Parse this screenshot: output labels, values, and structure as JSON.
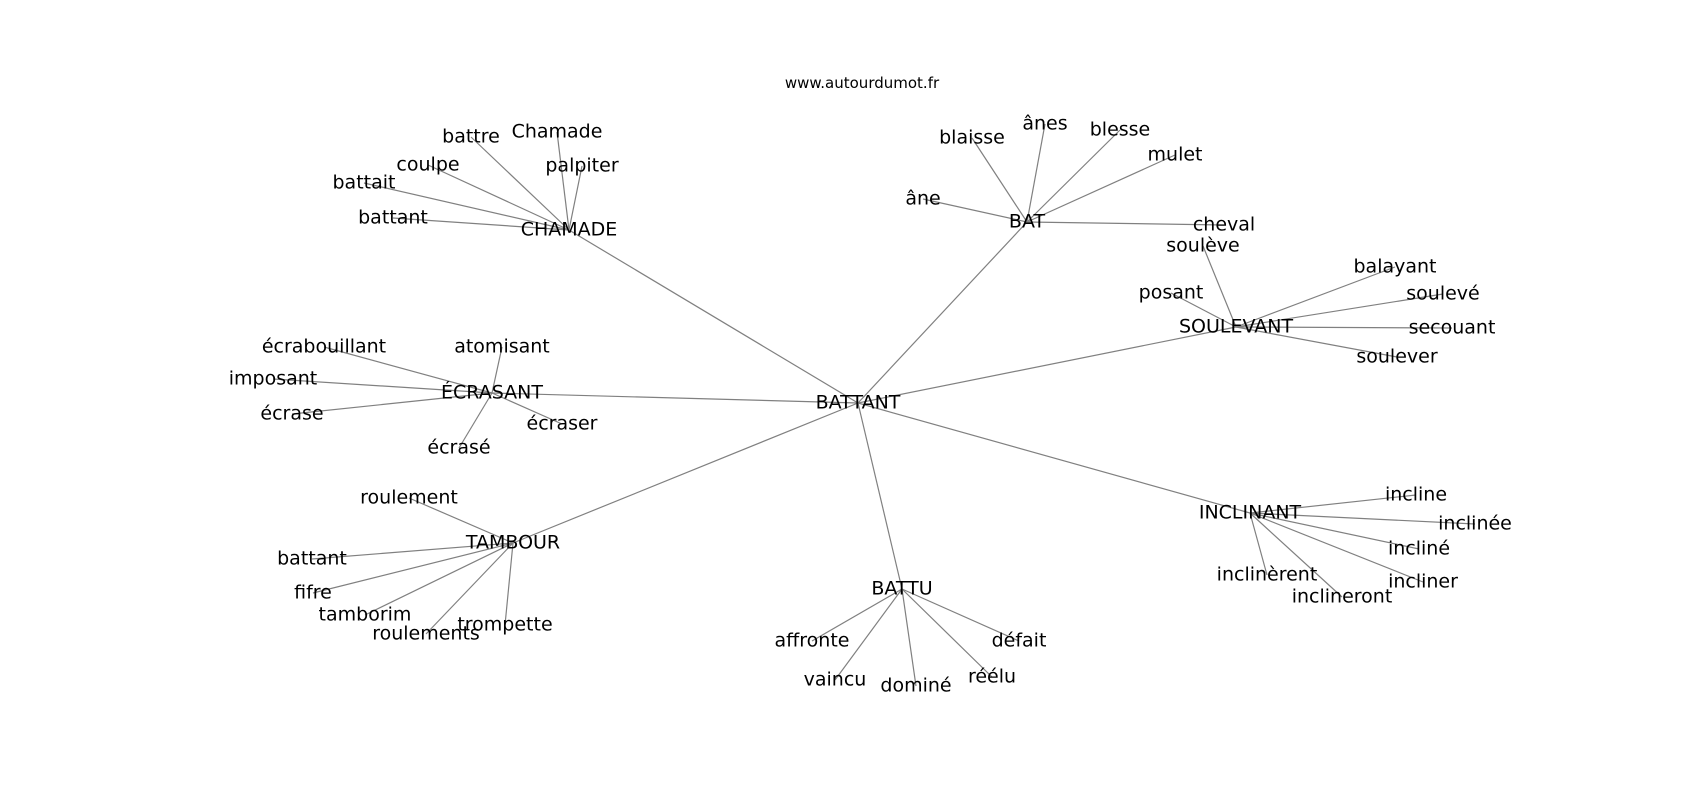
{
  "site": "www.autourdumot.fr",
  "root": "BATTANT",
  "clusters": [
    {
      "hub": "CHAMADE",
      "words": [
        "battre",
        "Chamade",
        "palpiter",
        "coulpe",
        "battait",
        "battant"
      ]
    },
    {
      "hub": "BAT",
      "words": [
        "blaisse",
        "ânes",
        "blesse",
        "mulet",
        "âne",
        "cheval"
      ]
    },
    {
      "hub": "SOULEVANT",
      "words": [
        "soulève",
        "balayant",
        "soulevé",
        "posant",
        "secouant",
        "soulever"
      ]
    },
    {
      "hub": "ÉCRASANT",
      "words": [
        "écrabouillant",
        "atomisant",
        "imposant",
        "écrase",
        "écraser",
        "écrasé"
      ]
    },
    {
      "hub": "TAMBOUR",
      "words": [
        "roulement",
        "battant",
        "fifre",
        "tamborim",
        "roulements",
        "trompette"
      ]
    },
    {
      "hub": "BATTU",
      "words": [
        "affronte",
        "défait",
        "vaincu",
        "dominé",
        "réélu"
      ]
    },
    {
      "hub": "INCLINANT",
      "words": [
        "incline",
        "inclinée",
        "incliné",
        "inclinèrent",
        "incliner",
        "inclineront"
      ]
    }
  ]
}
